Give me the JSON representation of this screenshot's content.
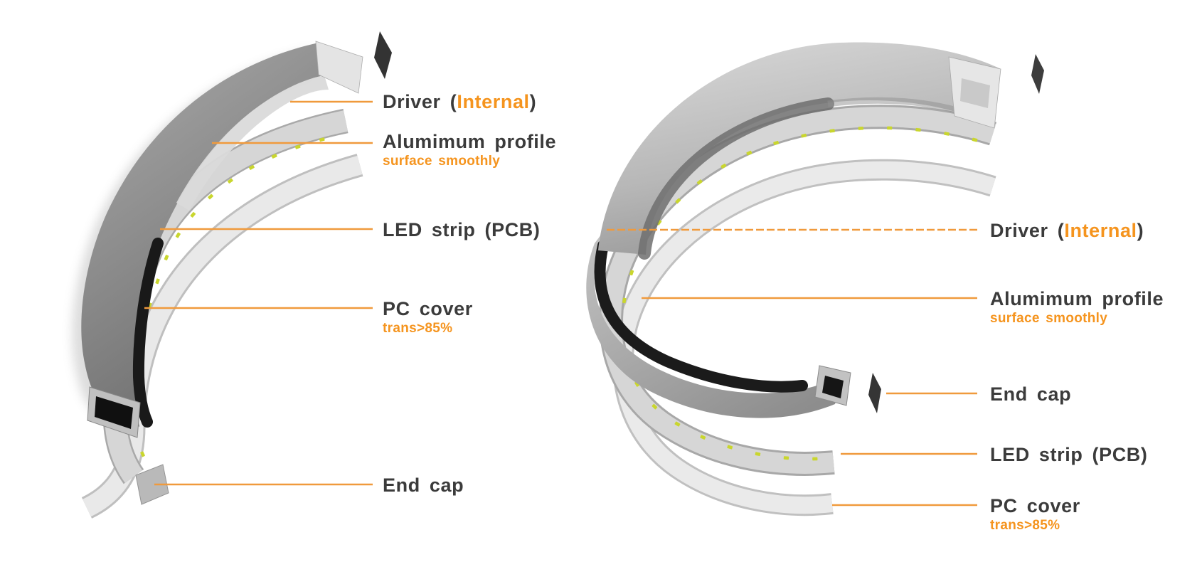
{
  "colors": {
    "accent_orange": "#F5941E",
    "leader_orange": "#F09A3C",
    "label_gray": "#3B3B3B",
    "led_dot_yellow": "#C9D62E"
  },
  "left_diagram": {
    "labels": {
      "driver": {
        "pre": "Driver (",
        "accent": "Internal",
        "post": ")"
      },
      "aluminum": {
        "text": "Alumimum profile",
        "sub": "surface smoothly"
      },
      "led_strip": {
        "text": "LED strip (PCB)"
      },
      "pc_cover": {
        "text": "PC cover",
        "sub": "trans>85%"
      },
      "end_cap": {
        "text": "End cap"
      }
    }
  },
  "right_diagram": {
    "labels": {
      "driver": {
        "pre": "Driver (",
        "accent": "Internal",
        "post": ")"
      },
      "aluminum": {
        "text": "Alumimum profile",
        "sub": "surface smoothly"
      },
      "end_cap": {
        "text": "End cap"
      },
      "led_strip": {
        "text": "LED strip (PCB)"
      },
      "pc_cover": {
        "text": "PC cover",
        "sub": "trans>85%"
      }
    }
  }
}
